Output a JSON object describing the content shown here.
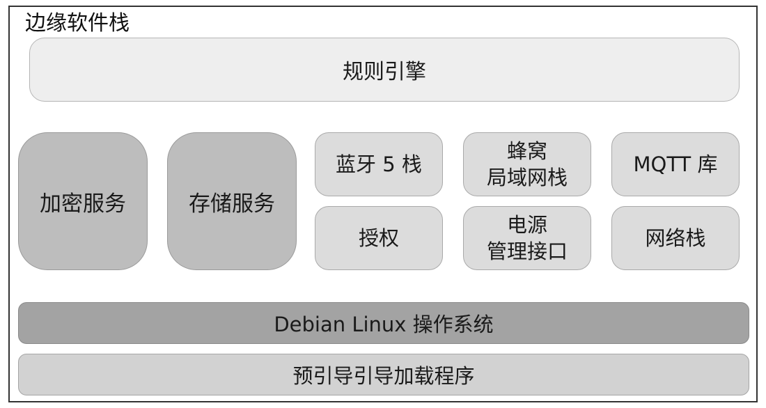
{
  "title": "边缘软件栈",
  "rules_engine": "规则引擎",
  "services": {
    "crypto": "加密服务",
    "storage": "存储服务"
  },
  "modules": {
    "bluetooth": "蓝牙 5 栈",
    "cellular": "蜂窝\n局域网栈",
    "mqtt": "MQTT 库",
    "auth": "授权",
    "power": "电源\n管理接口",
    "network": "网络栈"
  },
  "os": "Debian Linux 操作系统",
  "bootloader": "预引导引导加载程序",
  "colors": {
    "rules_fill": "#eeeeee",
    "service_fill": "#bdbdbd",
    "module_fill": "#dcdcdc",
    "os_fill": "#a3a3a3",
    "boot_fill": "#d2d2d2"
  }
}
